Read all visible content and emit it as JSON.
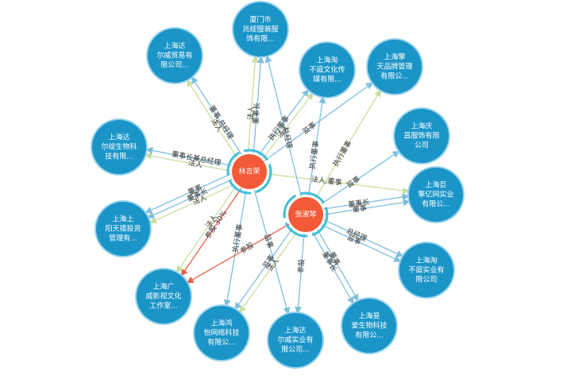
{
  "colors": {
    "company_node": "#1b95c8",
    "company_node_border": "#9ad3ee",
    "person_node": "#f25a38",
    "person_ring": "#3fbfd6",
    "edge_blue": "#7fbfdc",
    "edge_green": "#c8dfa0",
    "edge_red": "#e8624a",
    "label_text": "#333333"
  },
  "persons": [
    {
      "id": "p1",
      "name": "林吉荣"
    },
    {
      "id": "p2",
      "name": "张淑琴"
    }
  ],
  "companies": [
    {
      "id": "c1",
      "lines": [
        "厦门市",
        "兆绽服装服",
        "饰有限..."
      ]
    },
    {
      "id": "c2",
      "lines": [
        "上海淘",
        "不庭文化传",
        "媒有限..."
      ]
    },
    {
      "id": "c3",
      "lines": [
        "上海擎",
        "天品牌管理",
        "有限公..."
      ]
    },
    {
      "id": "c4",
      "lines": [
        "上海庆",
        "昌服饰有限",
        "公司"
      ]
    },
    {
      "id": "c5",
      "lines": [
        "上海巨",
        "擎亿网实业",
        "有限公..."
      ]
    },
    {
      "id": "c6",
      "lines": [
        "上海淘",
        "不庭实业有",
        "限公司"
      ]
    },
    {
      "id": "c7",
      "lines": [
        "上海旻",
        "爱生物科技",
        "有限公..."
      ]
    },
    {
      "id": "c8",
      "lines": [
        "上海达",
        "尔威实业有",
        "限公司..."
      ]
    },
    {
      "id": "c9",
      "lines": [
        "上海鸿",
        "怡网络科技",
        "有限公..."
      ]
    },
    {
      "id": "c10",
      "lines": [
        "上海广",
        "威影视文化",
        "工作室..."
      ]
    },
    {
      "id": "c11",
      "lines": [
        "上海上",
        "阳天禧投资",
        "管理有..."
      ]
    },
    {
      "id": "c12",
      "lines": [
        "上海达",
        "尔绽生物科",
        "技有限..."
      ]
    },
    {
      "id": "c13",
      "lines": [
        "上海达",
        "尔威贸易有",
        "限公司..."
      ]
    }
  ],
  "edges": [
    {
      "from": "p1",
      "to": "c13",
      "label": "法人",
      "color": "green"
    },
    {
      "from": "p1",
      "to": "c13",
      "label": "董事,总经理",
      "color": "blue"
    },
    {
      "from": "p1",
      "to": "c1",
      "label": "法人",
      "color": "green"
    },
    {
      "from": "p1",
      "to": "c1",
      "label": "董事长",
      "color": "blue"
    },
    {
      "from": "p1",
      "to": "c2",
      "label": "执行董事",
      "color": "blue"
    },
    {
      "from": "p1",
      "to": "c2",
      "label": "法人",
      "color": "green"
    },
    {
      "from": "p1",
      "to": "c3",
      "label": "监事",
      "color": "blue"
    },
    {
      "from": "p1",
      "to": "c12",
      "label": "法人",
      "color": "green"
    },
    {
      "from": "p1",
      "to": "c12",
      "label": "董事长兼总经理",
      "color": "blue"
    },
    {
      "from": "p1",
      "to": "c11",
      "label": "法人",
      "color": "green"
    },
    {
      "from": "p1",
      "to": "c11",
      "label": "董事长",
      "color": "blue"
    },
    {
      "from": "p1",
      "to": "c11",
      "label": "董事",
      "color": "blue"
    },
    {
      "from": "p1",
      "to": "c10",
      "label": "参股 30%",
      "color": "red"
    },
    {
      "from": "p1",
      "to": "c10",
      "label": "法人",
      "color": "green"
    },
    {
      "from": "p1",
      "to": "c9",
      "label": "执行董事",
      "color": "blue"
    },
    {
      "from": "p1",
      "to": "c8",
      "label": "监事",
      "color": "blue"
    },
    {
      "from": "p1",
      "to": "c5",
      "label": "法人,董事",
      "color": "green"
    },
    {
      "from": "p2",
      "to": "c2",
      "label": "执行董事",
      "color": "blue"
    },
    {
      "from": "p2",
      "to": "c3",
      "label": "执行董事",
      "color": "green"
    },
    {
      "from": "p2",
      "to": "c4",
      "label": "监事",
      "color": "blue"
    },
    {
      "from": "p2",
      "to": "c5",
      "label": "董事长",
      "color": "blue"
    },
    {
      "from": "p2",
      "to": "c5",
      "label": "董事",
      "color": "blue"
    },
    {
      "from": "p2",
      "to": "c6",
      "label": "总经理",
      "color": "blue"
    },
    {
      "from": "p2",
      "to": "c6",
      "label": "监事",
      "color": "blue"
    },
    {
      "from": "p2",
      "to": "c7",
      "label": "董事",
      "color": "blue"
    },
    {
      "from": "p2",
      "to": "c7",
      "label": "董事长",
      "color": "blue"
    },
    {
      "from": "p2",
      "to": "c8",
      "label": "参股",
      "color": "blue"
    },
    {
      "from": "p2",
      "to": "c9",
      "label": "法人",
      "color": "green"
    },
    {
      "from": "p2",
      "to": "c9",
      "label": "监事",
      "color": "blue"
    },
    {
      "from": "p2",
      "to": "c10",
      "label": "参股",
      "color": "red"
    },
    {
      "from": "p2",
      "to": "c1",
      "label": "总经理",
      "color": "blue"
    }
  ]
}
